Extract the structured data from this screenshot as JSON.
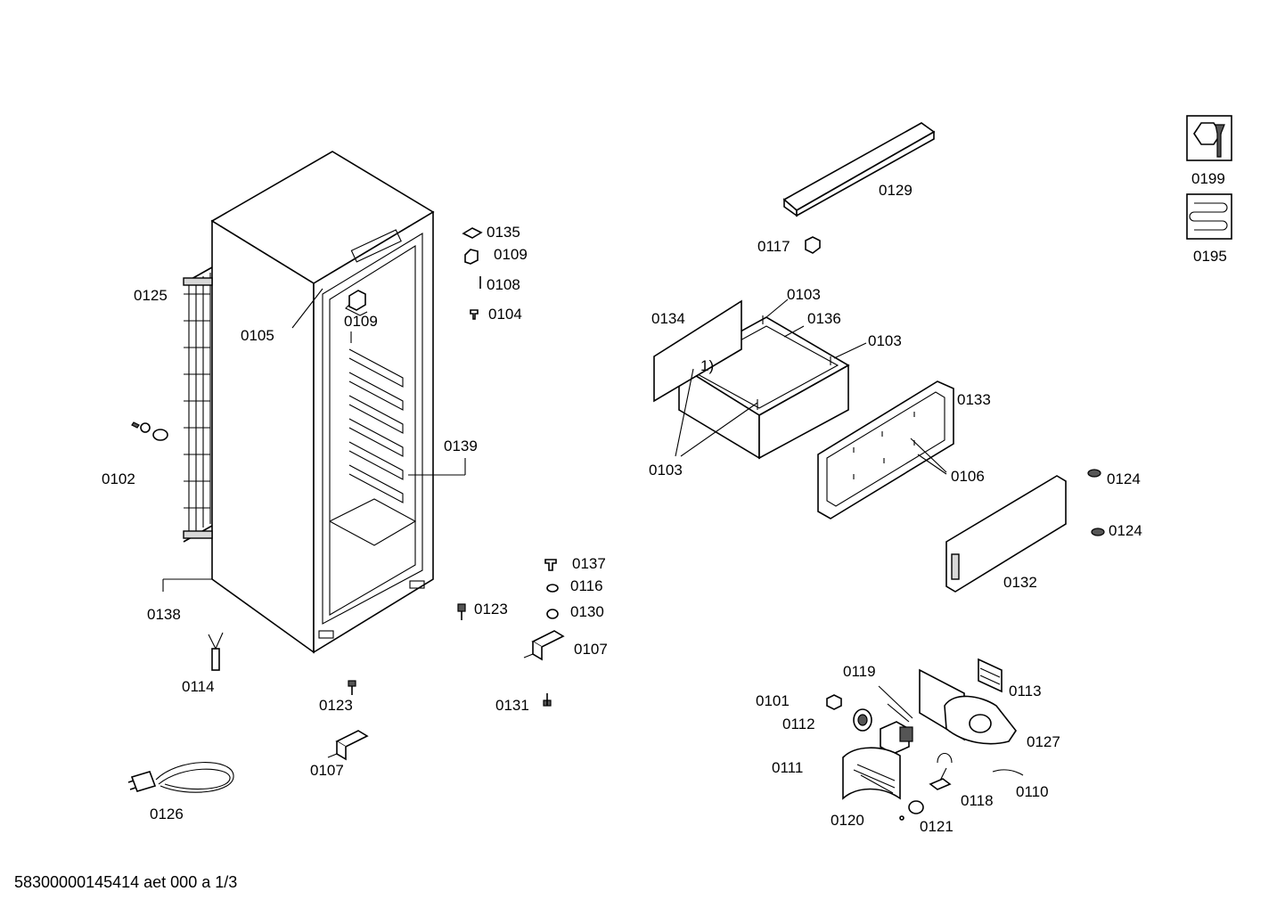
{
  "footer": "58300000145414 aet 000 a 1/3",
  "labels": {
    "l0125": "0125",
    "l0105": "0105",
    "l0109a": "0109",
    "l0135": "0135",
    "l0109b": "0109",
    "l0108": "0108",
    "l0104": "0104",
    "l0102": "0102",
    "l0139": "0139",
    "l0138": "0138",
    "l0114": "0114",
    "l0123a": "0123",
    "l0123b": "0123",
    "l0107a": "0107",
    "l0107b": "0107",
    "l0126": "0126",
    "l0137": "0137",
    "l0116": "0116",
    "l0130": "0130",
    "l0131": "0131",
    "l0129": "0129",
    "l0117": "0117",
    "l0103a": "0103",
    "l0136": "0136",
    "l0134": "0134",
    "l0103b": "0103",
    "l0103c": "0103",
    "l0133": "0133",
    "l0106": "0106",
    "l0124a": "0124",
    "l0124b": "0124",
    "l0132": "0132",
    "l0119": "0119",
    "l0101": "0101",
    "l0112": "0112",
    "l0113": "0113",
    "l0127": "0127",
    "l0111": "0111",
    "l0118": "0118",
    "l0110": "0110",
    "l0120": "0120",
    "l0121": "0121",
    "l0199": "0199",
    "l0195": "0195",
    "note1": "1)"
  },
  "icons": {
    "service_tool": "nut-and-wrench-icon",
    "condenser": "coil-icon"
  }
}
